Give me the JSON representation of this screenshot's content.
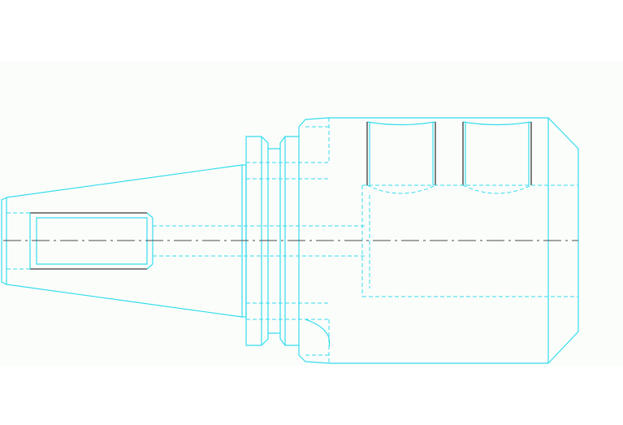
{
  "drawing": {
    "type": "cad-technical-drawing",
    "subject": "tool-holder-side-view",
    "colors": {
      "background": "#ffffff",
      "drawing_area": "#fbfdfb",
      "outline": "#35dced",
      "centerline": "#4a4a4a",
      "dark_edge": "#3a3a3a"
    },
    "line_styles": {
      "outline": "solid",
      "hidden": "dashed",
      "centerline": "dash-dot"
    }
  }
}
